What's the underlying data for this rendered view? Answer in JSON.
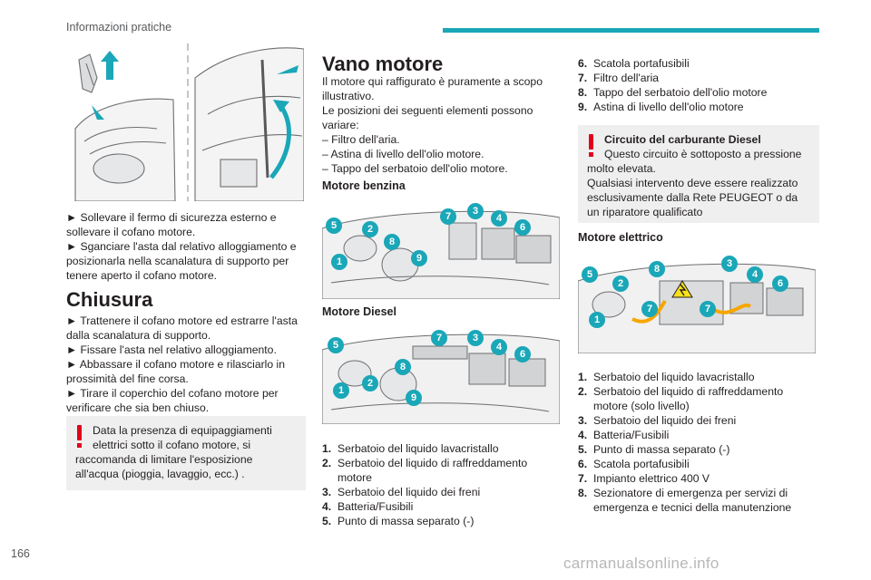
{
  "header": {
    "section": "Informazioni pratiche"
  },
  "page_number": "166",
  "watermark": "carmanualsonline.info",
  "col1": {
    "bullets1": [
      "► Sollevare il fermo di sicurezza esterno e sollevare il cofano motore.",
      "► Sganciare l'asta dal relativo alloggiamento e posizionarla nella scanalatura di supporto per tenere aperto il cofano motore."
    ],
    "closing_title": "Chiusura",
    "bullets2": [
      "► Trattenere il cofano motore ed estrarre l'asta dalla scanalatura di supporto.",
      "► Fissare l'asta nel relativo alloggiamento.",
      "► Abbassare il cofano motore e rilasciarlo in prossimità del fine corsa.",
      "► Tirare il coperchio del cofano motore per verificare che sia ben chiuso."
    ],
    "warning_line1": "Data la presenza di equipaggiamenti",
    "warning_rest": "elettrici sotto il cofano motore, si raccomanda di limitare l'esposizione all'acqua (pioggia, lavaggio, ecc.) ."
  },
  "col2": {
    "title": "Vano motore",
    "intro": [
      "Il motore qui raffigurato è puramente a scopo illustrativo.",
      "Le posizioni dei seguenti elementi possono variare:",
      "– Filtro dell'aria.",
      "– Astina di livello dell'olio motore.",
      "– Tappo del serbatoio dell'olio motore."
    ],
    "petrol_title": "Motore benzina",
    "diesel_title": "Motore Diesel",
    "items": [
      {
        "n": "1.",
        "t": "Serbatoio del liquido lavacristallo"
      },
      {
        "n": "2.",
        "t": "Serbatoio del liquido di raffreddamento motore"
      },
      {
        "n": "3.",
        "t": "Serbatoio del liquido dei freni"
      },
      {
        "n": "4.",
        "t": "Batteria/Fusibili"
      },
      {
        "n": "5.",
        "t": "Punto di massa separato (-)"
      }
    ],
    "petrol_badges": [
      "5",
      "2",
      "8",
      "1",
      "9",
      "7",
      "3",
      "4",
      "6"
    ],
    "diesel_badges": [
      "5",
      "7",
      "3",
      "4",
      "6",
      "8",
      "1",
      "2",
      "9"
    ]
  },
  "col3": {
    "items": [
      {
        "n": "6.",
        "t": "Scatola portafusibili"
      },
      {
        "n": "7.",
        "t": "Filtro dell'aria"
      },
      {
        "n": "8.",
        "t": "Tappo del serbatoio dell'olio motore"
      },
      {
        "n": "9.",
        "t": "Astina di livello dell'olio motore"
      }
    ],
    "diesel_warning_title": "Circuito del carburante Diesel",
    "diesel_warning_line1": "Questo circuito è sottoposto a pressione",
    "diesel_warning_rest": "molto elevata.",
    "diesel_warning_rest2": "Qualsiasi intervento deve essere realizzato esclusivamente dalla Rete PEUGEOT o da un riparatore qualificato",
    "electric_title": "Motore elettrico",
    "electric_badges": [
      "5",
      "2",
      "1",
      "8",
      "3",
      "4",
      "6",
      "7",
      "7"
    ],
    "items2": [
      {
        "n": "1.",
        "t": "Serbatoio del liquido lavacristallo"
      },
      {
        "n": "2.",
        "t": "Serbatoio del liquido di raffreddamento motore (solo livello)"
      },
      {
        "n": "3.",
        "t": "Serbatoio del liquido dei freni"
      },
      {
        "n": "4.",
        "t": "Batteria/Fusibili"
      },
      {
        "n": "5.",
        "t": "Punto di massa separato (-)"
      },
      {
        "n": "6.",
        "t": "Scatola portafusibili"
      },
      {
        "n": "7.",
        "t": "Impianto elettrico 400 V"
      },
      {
        "n": "8.",
        "t": "Sezionatore di emergenza per servizi di emergenza e tecnici della manutenzione"
      }
    ]
  },
  "colors": {
    "accent": "#1aa7b8",
    "warning": "#e2001a",
    "box": "#efeff0"
  }
}
